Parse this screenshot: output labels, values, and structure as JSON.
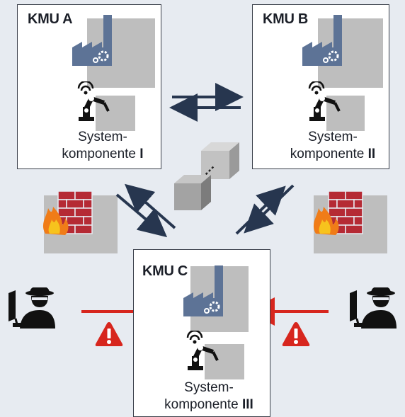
{
  "nodes": {
    "a": {
      "title": "KMU A",
      "caption_line1": "System-",
      "caption_line2": "komponente",
      "numeral": "I"
    },
    "b": {
      "title": "KMU B",
      "caption_line1": "System-",
      "caption_line2": "komponente",
      "numeral": "II"
    },
    "c": {
      "title": "KMU C",
      "caption_line1": "System-",
      "caption_line2": "komponente",
      "numeral": "III"
    }
  },
  "icons": [
    "factory-gear-icon",
    "robot-arm-wireless-icon",
    "firewall-icon",
    "hacker-computer-icon",
    "warning-triangle-icon",
    "data-cube-icon"
  ],
  "colors": {
    "background": "#e7ebf1",
    "arrow_dark": "#27364f",
    "attack_red": "#d7261e",
    "factory_blue": "#5d7396",
    "gray_block": "#bebebe",
    "wall_red": "#b52a34"
  }
}
